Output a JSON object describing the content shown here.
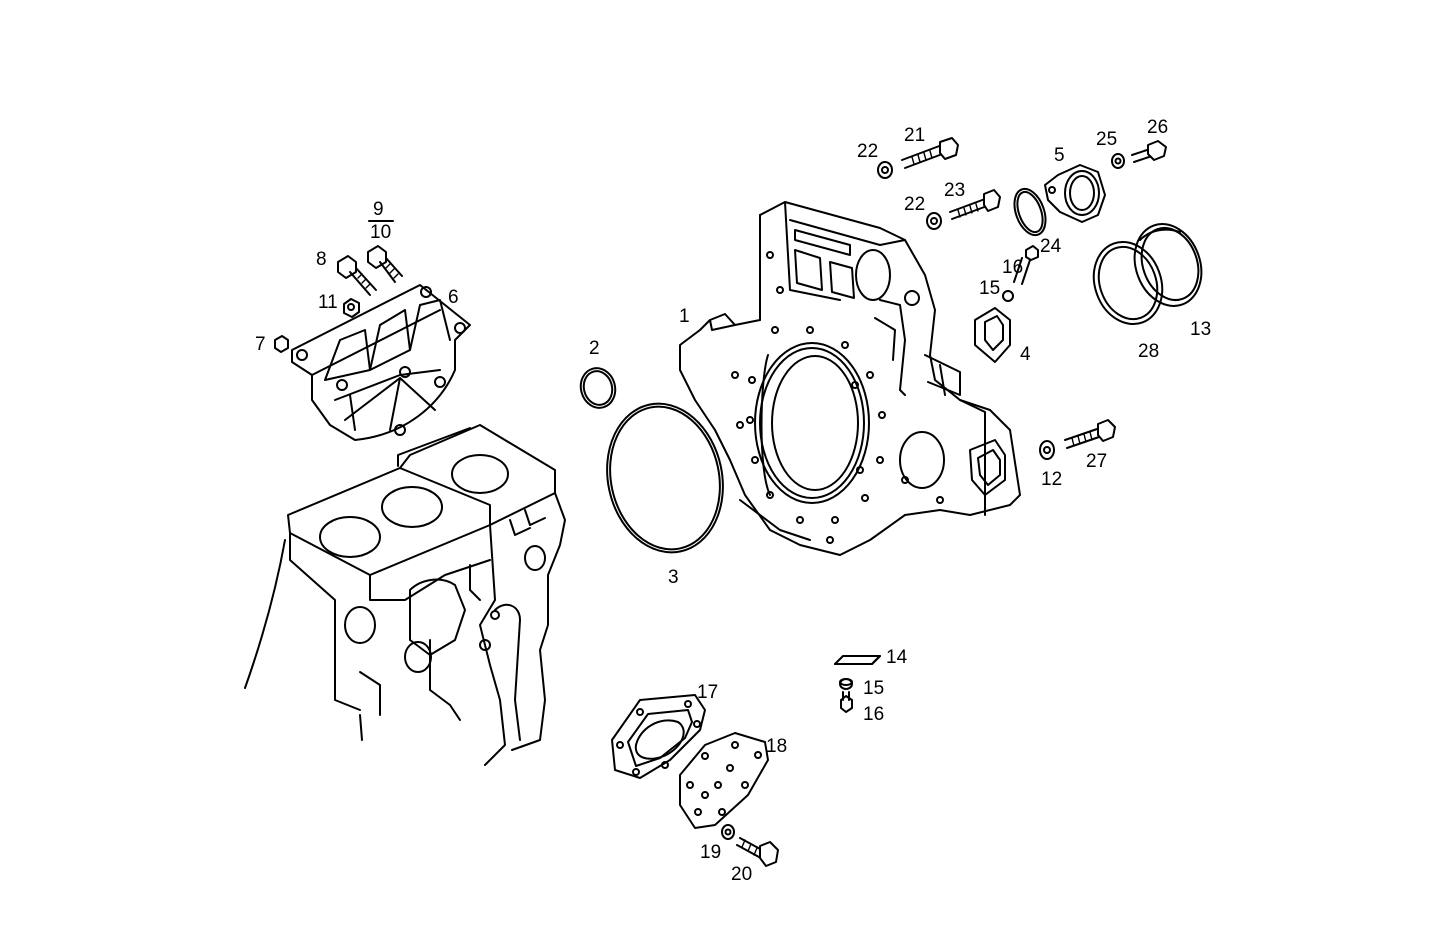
{
  "diagram": {
    "callouts": [
      {
        "id": "p1",
        "text": "1"
      },
      {
        "id": "p2",
        "text": "2"
      },
      {
        "id": "p3",
        "text": "3"
      },
      {
        "id": "p4",
        "text": "4"
      },
      {
        "id": "p5",
        "text": "5"
      },
      {
        "id": "p6",
        "text": "6"
      },
      {
        "id": "p7",
        "text": "7"
      },
      {
        "id": "p8",
        "text": "8"
      },
      {
        "id": "p9",
        "text": "9"
      },
      {
        "id": "p10",
        "text": "10"
      },
      {
        "id": "p11",
        "text": "11"
      },
      {
        "id": "p12",
        "text": "12"
      },
      {
        "id": "p13",
        "text": "13"
      },
      {
        "id": "p14",
        "text": "14"
      },
      {
        "id": "p15a",
        "text": "15"
      },
      {
        "id": "p15b",
        "text": "15"
      },
      {
        "id": "p16a",
        "text": "16"
      },
      {
        "id": "p16b",
        "text": "16"
      },
      {
        "id": "p17",
        "text": "17"
      },
      {
        "id": "p18",
        "text": "18"
      },
      {
        "id": "p19",
        "text": "19"
      },
      {
        "id": "p20",
        "text": "20"
      },
      {
        "id": "p21",
        "text": "21"
      },
      {
        "id": "p22a",
        "text": "22"
      },
      {
        "id": "p22b",
        "text": "22"
      },
      {
        "id": "p23",
        "text": "23"
      },
      {
        "id": "p24",
        "text": "24"
      },
      {
        "id": "p25",
        "text": "25"
      },
      {
        "id": "p26",
        "text": "26"
      },
      {
        "id": "p27",
        "text": "27"
      },
      {
        "id": "p28",
        "text": "28"
      }
    ]
  }
}
